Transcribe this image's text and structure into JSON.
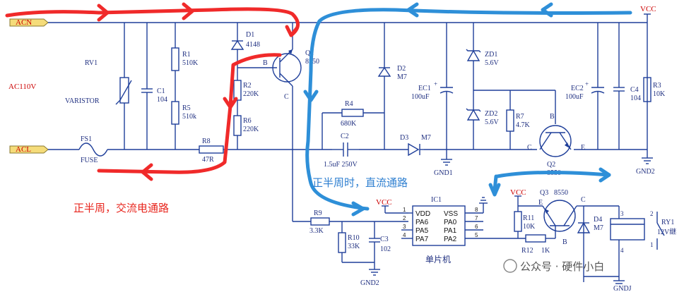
{
  "nets": {
    "acn": "ACN",
    "acl": "ACL",
    "ac110v": "AC110V",
    "vcc": "VCC",
    "gnd1": "GND1",
    "gnd2": "GND2",
    "gndj": "GNDJ"
  },
  "components": {
    "rv1_ref": "RV1",
    "rv1_val": "VARISTOR",
    "c1_ref": "C1",
    "c1_val": "104",
    "r1_ref": "R1",
    "r1_val": "510K",
    "r5_ref": "R5",
    "r5_val": "510k",
    "fs1_ref": "FS1",
    "fs1_val": "FUSE",
    "r8_ref": "R8",
    "r8_val": "47R",
    "d1_ref": "D1",
    "d1_val": "4148",
    "r2_ref": "R2",
    "r2_val": "220K",
    "r6_ref": "R6",
    "r6_val": "220K",
    "q1_ref": "Q1",
    "q1_val": "8550",
    "q1_b": "B",
    "q1_c": "C",
    "d2_ref": "D2",
    "d2_val": "M7",
    "r4_ref": "R4",
    "r4_val": "680K",
    "c2_ref": "C2",
    "c2_val": "1.5uF 250V",
    "d3_ref": "D3",
    "d3_val": "M7",
    "ec1_ref": "EC1",
    "ec1_val": "100uF",
    "zd1_ref": "ZD1",
    "zd1_val": "5.6V",
    "zd2_ref": "ZD2",
    "zd2_val": "5.6V",
    "r7_ref": "R7",
    "r7_val": "4.7K",
    "q2_ref": "Q2",
    "q2_val": "8550",
    "q2_b": "B",
    "q2_c": "C",
    "q2_e": "E",
    "ec2_ref": "EC2",
    "ec2_val": "100uF",
    "c4_ref": "C4",
    "c4_val": "104",
    "r3_ref": "R3",
    "r3_val": "10K",
    "r9_ref": "R9",
    "r9_val": "3.3K",
    "r10_ref": "R10",
    "r10_val": "33K",
    "c3_ref": "C3",
    "c3_val": "102",
    "ic1_ref": "IC1",
    "ic1_name": "单片机",
    "ic1_pins_left": [
      "VDD",
      "PA6",
      "PA5",
      "PA7"
    ],
    "ic1_pins_right": [
      "VSS",
      "PA0",
      "PA1",
      "PA2"
    ],
    "ic1_nums_left": [
      "1",
      "2",
      "3",
      "4"
    ],
    "ic1_nums_right": [
      "8",
      "7",
      "6",
      "5"
    ],
    "r11_ref": "R11",
    "r11_val": "10K",
    "r12_ref": "R12",
    "r12_val": "1K",
    "q3_ref": "Q3",
    "q3_val": "8550",
    "q3_e": "E",
    "q3_c": "C",
    "q3_b": "B",
    "d4_ref": "D4",
    "d4_val": "M7",
    "ry1_ref": "RY1",
    "ry1_val": "12V继",
    "ry1_p3": "3",
    "ry1_p4": "4",
    "ry1_p2": "2",
    "ry1_p1": "1"
  },
  "annotations": {
    "ac_path": "正半周，交流电通路",
    "dc_path": "正半周时，直流通路"
  },
  "watermark": "公众号 · 硬件小白",
  "colors": {
    "wire": "#1f3f9a",
    "ac_path": "#f02a2a",
    "dc_path": "#2e8fd8",
    "net_label": "#cc0000"
  }
}
